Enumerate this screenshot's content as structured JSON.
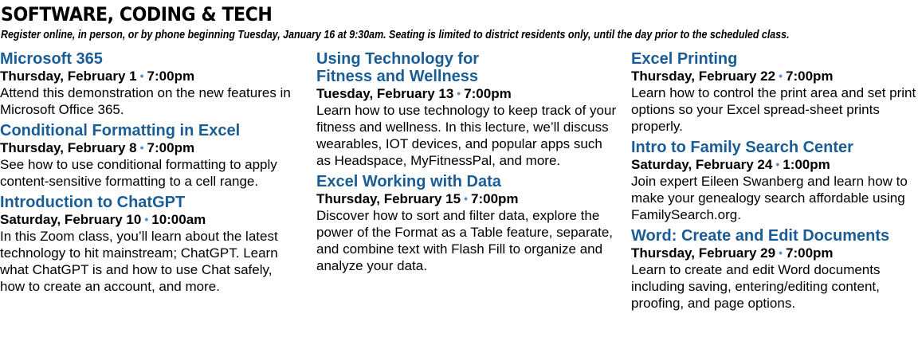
{
  "header": {
    "title": "SOFTWARE, CODING & TECH",
    "subtitle": "Register online, in person, or by phone beginning Tuesday, January 16 at 9:30am. Seating is limited to district residents only, until the day prior to the scheduled class."
  },
  "colors": {
    "heading": "#1a5d96",
    "bullet": "#5b8fc4",
    "text": "#000000"
  },
  "bullet_glyph": "•",
  "columns": [
    {
      "events": [
        {
          "title": "Microsoft 365",
          "day": "Thursday, February 1",
          "time": "7:00pm",
          "description": "Attend this demonstration on the new features in Microsoft Office 365."
        },
        {
          "title": "Conditional Formatting in Excel",
          "day": "Thursday, February 8",
          "time": "7:00pm",
          "description": "See how to use conditional formatting to apply content-sensitive formatting to a cell range."
        },
        {
          "title": "Introduction to ChatGPT",
          "day": "Saturday, February 10",
          "time": "10:00am",
          "description": "In this Zoom class, you’ll learn about the latest technology to hit mainstream; ChatGPT. Learn what ChatGPT is and how to use Chat safely, how to create an account, and more."
        }
      ]
    },
    {
      "events": [
        {
          "title": "Using Technology for Fitness and Wellness",
          "day": "Tuesday, February 13",
          "time": "7:00pm",
          "description": "Learn how to use technology to keep track of your fitness and wellness. In this lecture, we’ll discuss wearables, IOT devices, and popular apps such as Headspace, MyFitnessPal, and more."
        },
        {
          "title": "Excel Working with Data",
          "day": "Thursday, February 15",
          "time": "7:00pm",
          "description": "Discover how to sort and filter data, explore the power of the Format as a Table feature, separate, and combine text with Flash Fill to organize and analyze your data."
        }
      ]
    },
    {
      "events": [
        {
          "title": "Excel Printing",
          "day": "Thursday, February 22",
          "time": "7:00pm",
          "description": "Learn how to control the print area and set print options so your Excel spread-sheet prints properly."
        },
        {
          "title": "Intro to Family Search Center",
          "day": "Saturday, February 24",
          "time": "1:00pm",
          "description": "Join expert Eileen Swanberg and learn how to make your genealogy search affordable using FamilySearch.org."
        },
        {
          "title": "Word: Create and Edit Documents",
          "day": "Thursday, February 29",
          "time": "7:00pm",
          "description": "Learn to create and edit Word documents including saving, entering/editing content, proofing, and page options."
        }
      ]
    }
  ]
}
